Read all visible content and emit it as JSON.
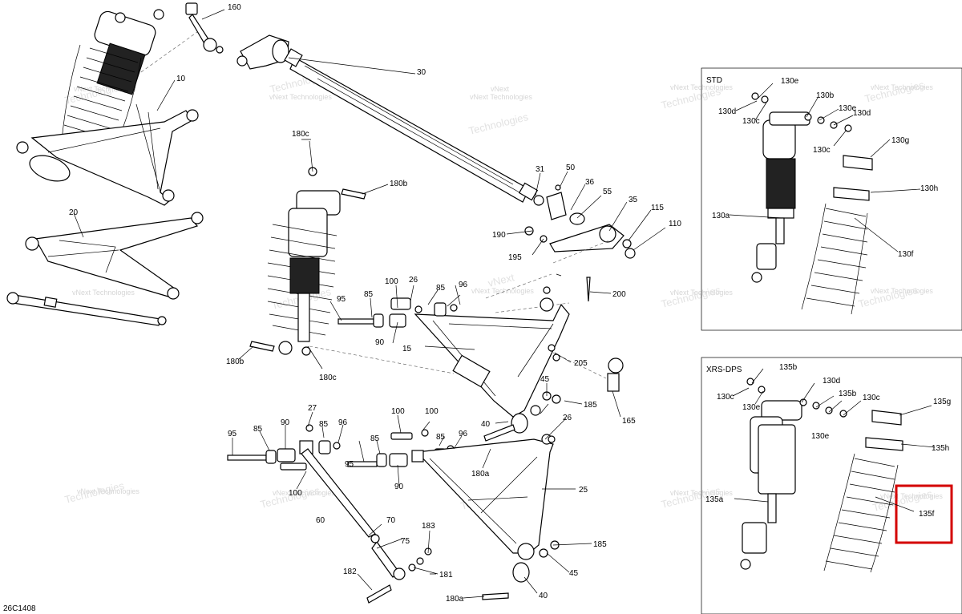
{
  "diagram_code": "26C1408",
  "watermark_lines": [
    "vNext Technologies",
    "vNext",
    "Technologies"
  ],
  "boxes": {
    "std": {
      "title": "STD",
      "labels": [
        "130e",
        "130d",
        "130c",
        "130b",
        "130e",
        "130d",
        "130c",
        "130g",
        "130h",
        "130a",
        "130f"
      ]
    },
    "xrs": {
      "title": "XRS-DPS",
      "labels": [
        "135b",
        "130c",
        "130e",
        "130d",
        "135b",
        "130c",
        "135g",
        "130e",
        "135h",
        "135a",
        "135f"
      ]
    }
  },
  "labels": [
    "160",
    "30",
    "10",
    "20",
    "31",
    "50",
    "36",
    "55",
    "35",
    "115",
    "110",
    "190",
    "195",
    "180c",
    "180b",
    "26",
    "200",
    "100",
    "85",
    "96",
    "95",
    "85",
    "90",
    "15",
    "205",
    "180b",
    "180c",
    "45",
    "185",
    "165",
    "40",
    "27",
    "100",
    "26",
    "95",
    "85",
    "90",
    "85",
    "96",
    "100",
    "85",
    "96",
    "95",
    "85",
    "90",
    "180a",
    "25",
    "100",
    "60",
    "70",
    "183",
    "75",
    "182",
    "181",
    "185",
    "45",
    "40",
    "180a"
  ],
  "highlight": {
    "label": "135f",
    "color": "#d40000"
  }
}
